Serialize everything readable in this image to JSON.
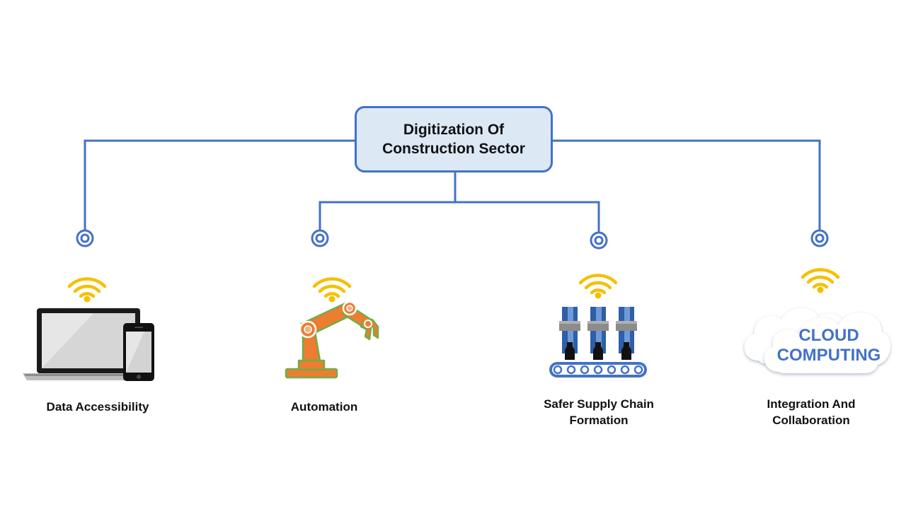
{
  "root": {
    "line1": "Digitization Of",
    "line2": "Construction Sector"
  },
  "branches": [
    {
      "label_lines": [
        "Data Accessibility"
      ],
      "icon": "laptop-phone-icon"
    },
    {
      "label_lines": [
        "Automation"
      ],
      "icon": "robotic-arm-icon"
    },
    {
      "label_lines": [
        "Safer Supply Chain",
        "Formation"
      ],
      "icon": "conveyor-bottling-icon"
    },
    {
      "label_lines": [
        "Integration And",
        "Collaboration"
      ],
      "icon": "cloud-computing-icon"
    }
  ],
  "cloud": {
    "line1": "CLOUD",
    "line2": "COMPUTING"
  },
  "colors": {
    "connector": "#4472c4",
    "root_fill": "#dde8f5",
    "wifi": "#f5c000",
    "robot_orange": "#ed7d31",
    "robot_green": "#70ad47"
  }
}
